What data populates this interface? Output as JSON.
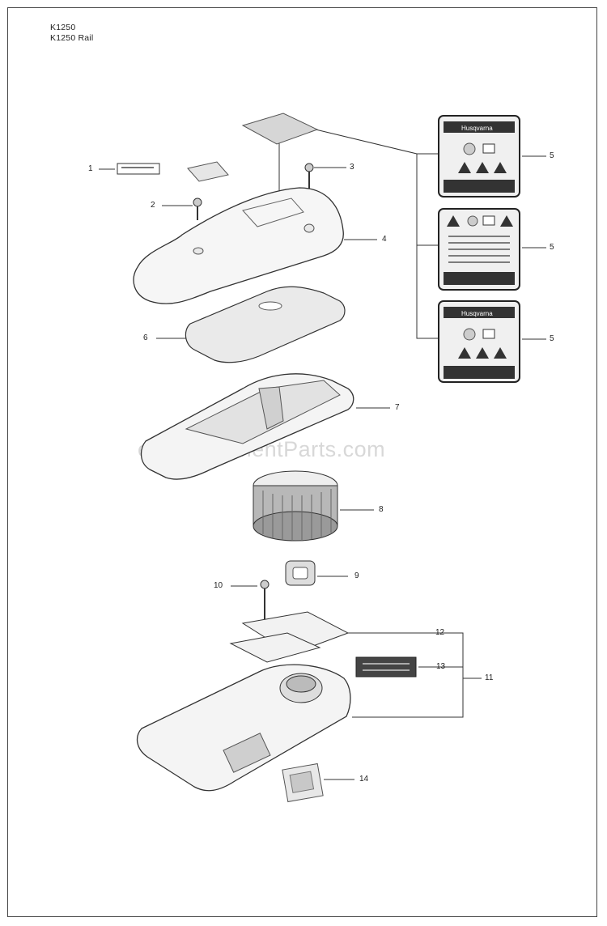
{
  "header": {
    "model_line1": "K1250",
    "model_line2": "K1250 Rail"
  },
  "watermark": "eReplacementParts.com",
  "callouts": [
    "1",
    "2",
    "3",
    "4",
    "5",
    "5",
    "5",
    "6",
    "7",
    "8",
    "9",
    "10",
    "12",
    "13",
    "11",
    "14"
  ],
  "decals": {
    "brand": "Husqvarna"
  },
  "colors": {
    "line": "#333333",
    "fill_light": "#f4f4f4",
    "fill_mid": "#d9d9d9",
    "fill_dark": "#3a3a3a"
  }
}
